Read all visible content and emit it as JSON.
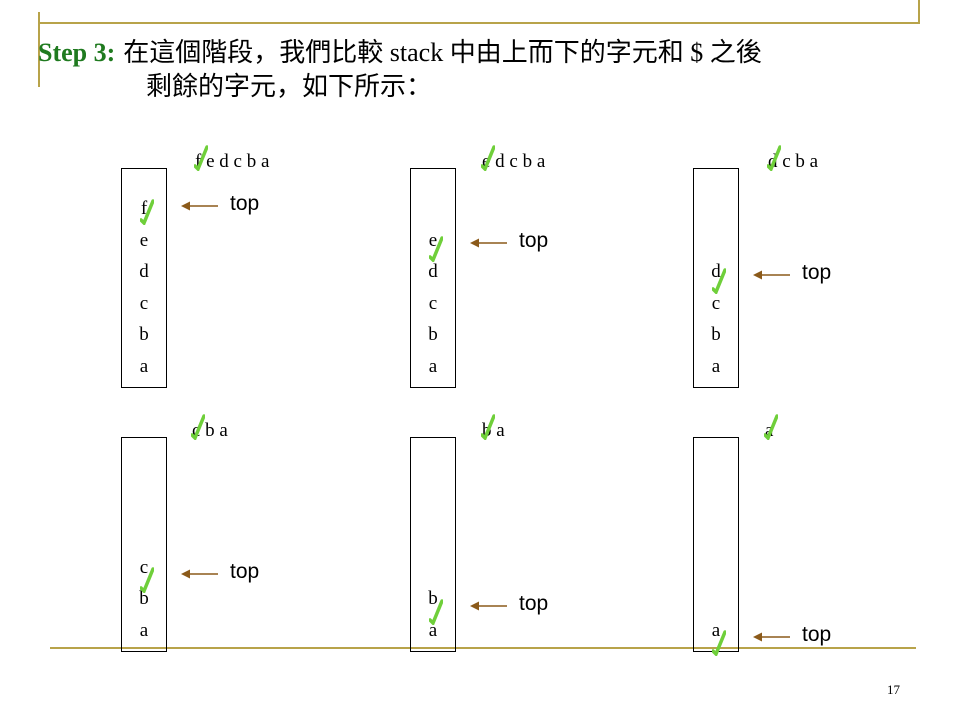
{
  "title": {
    "step_label": "Step 3:",
    "line1": "在這個階段，我們比較 stack 中由上而下的字元和 $ 之後",
    "line2": "剩餘的字元，如下所示："
  },
  "pointer_label": "top",
  "panels": [
    {
      "remaining": "f e d c b a",
      "stack": [
        "f",
        "e",
        "d",
        "c",
        "b",
        "a"
      ]
    },
    {
      "remaining": "e d c b a",
      "stack": [
        "e",
        "d",
        "c",
        "b",
        "a"
      ]
    },
    {
      "remaining": "d c b a",
      "stack": [
        "d",
        "c",
        "b",
        "a"
      ]
    },
    {
      "remaining": "c b a",
      "stack": [
        "c",
        "b",
        "a"
      ]
    },
    {
      "remaining": "b a",
      "stack": [
        "b",
        "a"
      ]
    },
    {
      "remaining": "a",
      "stack": [
        "a"
      ]
    }
  ],
  "page_number": "17",
  "colors": {
    "accent_line": "#b8a34a",
    "check_mark": "#6fcf3a",
    "arrow": "#8b5a1a",
    "step_label": "#1f7a1f"
  }
}
